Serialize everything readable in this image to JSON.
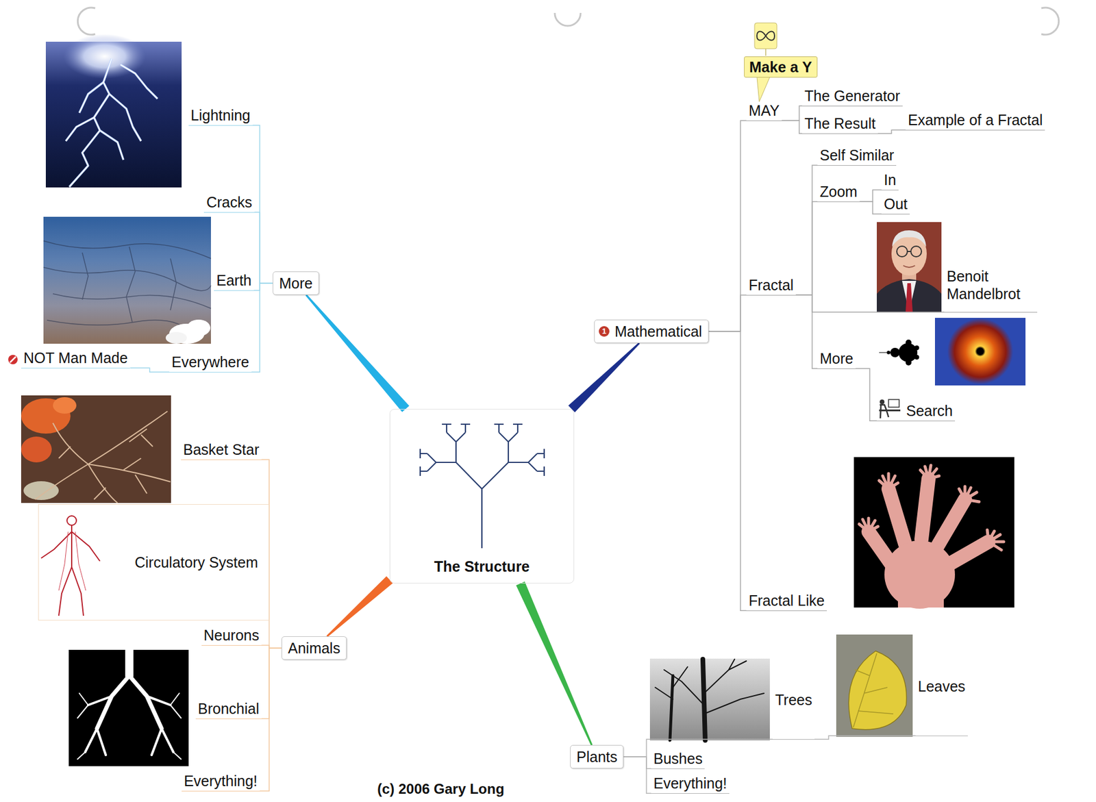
{
  "diagram": {
    "nodes": [
      {
        "text": [
          "The Structure"
        ]
      },
      {
        "text": [
          "More"
        ]
      },
      {
        "text": [
          "Lightning"
        ]
      },
      {
        "text": [
          "Cracks"
        ]
      },
      {
        "text": [
          "Earth"
        ]
      },
      {
        "text": [
          "Everywhere"
        ]
      },
      {
        "text": [
          "NOT Man Made"
        ]
      },
      {
        "text": [
          "Mathematical"
        ]
      },
      {
        "text": [
          "Make a Y"
        ]
      },
      {
        "text": [
          "MAY"
        ]
      },
      {
        "text": [
          "The Generator"
        ]
      },
      {
        "text": [
          "The Result"
        ]
      },
      {
        "text": [
          "Example of a Fractal"
        ]
      },
      {
        "text": [
          "Fractal"
        ]
      },
      {
        "text": [
          "Self Similar"
        ]
      },
      {
        "text": [
          "Zoom"
        ]
      },
      {
        "text": [
          "In"
        ]
      },
      {
        "text": [
          "Out"
        ]
      },
      {
        "text": [
          "Benoit Mandelbrot"
        ]
      },
      {
        "text": [
          "More"
        ]
      },
      {
        "text": [
          "Search"
        ]
      },
      {
        "text": [
          "Fractal Like"
        ]
      },
      {
        "text": [
          "Animals"
        ]
      },
      {
        "text": [
          "Basket Star"
        ]
      },
      {
        "text": [
          "Circulatory System"
        ]
      },
      {
        "text": [
          "Neurons"
        ]
      },
      {
        "text": [
          "Bronchial"
        ]
      },
      {
        "text": [
          "Everything!"
        ]
      },
      {
        "text": [
          "Plants"
        ]
      },
      {
        "text": [
          "Trees"
        ]
      },
      {
        "text": [
          "Leaves"
        ]
      },
      {
        "text": [
          "Bushes"
        ]
      },
      {
        "text": [
          "Everything!"
        ]
      }
    ],
    "edges": [
      {
        "from": 0,
        "to": 1,
        "arrow": "none"
      },
      {
        "from": 0,
        "to": 7,
        "arrow": "none"
      },
      {
        "from": 0,
        "to": 22,
        "arrow": "none"
      },
      {
        "from": 0,
        "to": 28,
        "arrow": "none"
      },
      {
        "from": 1,
        "to": 2,
        "arrow": "none"
      },
      {
        "from": 1,
        "to": 3,
        "arrow": "none"
      },
      {
        "from": 1,
        "to": 4,
        "arrow": "none"
      },
      {
        "from": 1,
        "to": 5,
        "arrow": "none"
      },
      {
        "from": 5,
        "to": 6,
        "arrow": "none"
      },
      {
        "from": 8,
        "to": 9,
        "arrow": "none"
      },
      {
        "from": 7,
        "to": 9,
        "arrow": "none"
      },
      {
        "from": 7,
        "to": 13,
        "arrow": "none"
      },
      {
        "from": 7,
        "to": 21,
        "arrow": "none"
      },
      {
        "from": 9,
        "to": 10,
        "arrow": "none"
      },
      {
        "from": 9,
        "to": 11,
        "arrow": "none"
      },
      {
        "from": 11,
        "to": 12,
        "arrow": "none"
      },
      {
        "from": 13,
        "to": 14,
        "arrow": "none"
      },
      {
        "from": 13,
        "to": 15,
        "arrow": "none"
      },
      {
        "from": 13,
        "to": 18,
        "arrow": "none"
      },
      {
        "from": 13,
        "to": 19,
        "arrow": "none"
      },
      {
        "from": 15,
        "to": 16,
        "arrow": "none"
      },
      {
        "from": 15,
        "to": 17,
        "arrow": "none"
      },
      {
        "from": 19,
        "to": 20,
        "arrow": "none"
      },
      {
        "from": 22,
        "to": 23,
        "arrow": "none"
      },
      {
        "from": 22,
        "to": 24,
        "arrow": "none"
      },
      {
        "from": 22,
        "to": 25,
        "arrow": "none"
      },
      {
        "from": 22,
        "to": 26,
        "arrow": "none"
      },
      {
        "from": 22,
        "to": 27,
        "arrow": "none"
      },
      {
        "from": 28,
        "to": 29,
        "arrow": "none"
      },
      {
        "from": 28,
        "to": 31,
        "arrow": "none"
      },
      {
        "from": 28,
        "to": 32,
        "arrow": "none"
      },
      {
        "from": 29,
        "to": 30,
        "arrow": "none"
      }
    ],
    "labels": [
      "1",
      "(c) 2006 Gary Long"
    ]
  }
}
